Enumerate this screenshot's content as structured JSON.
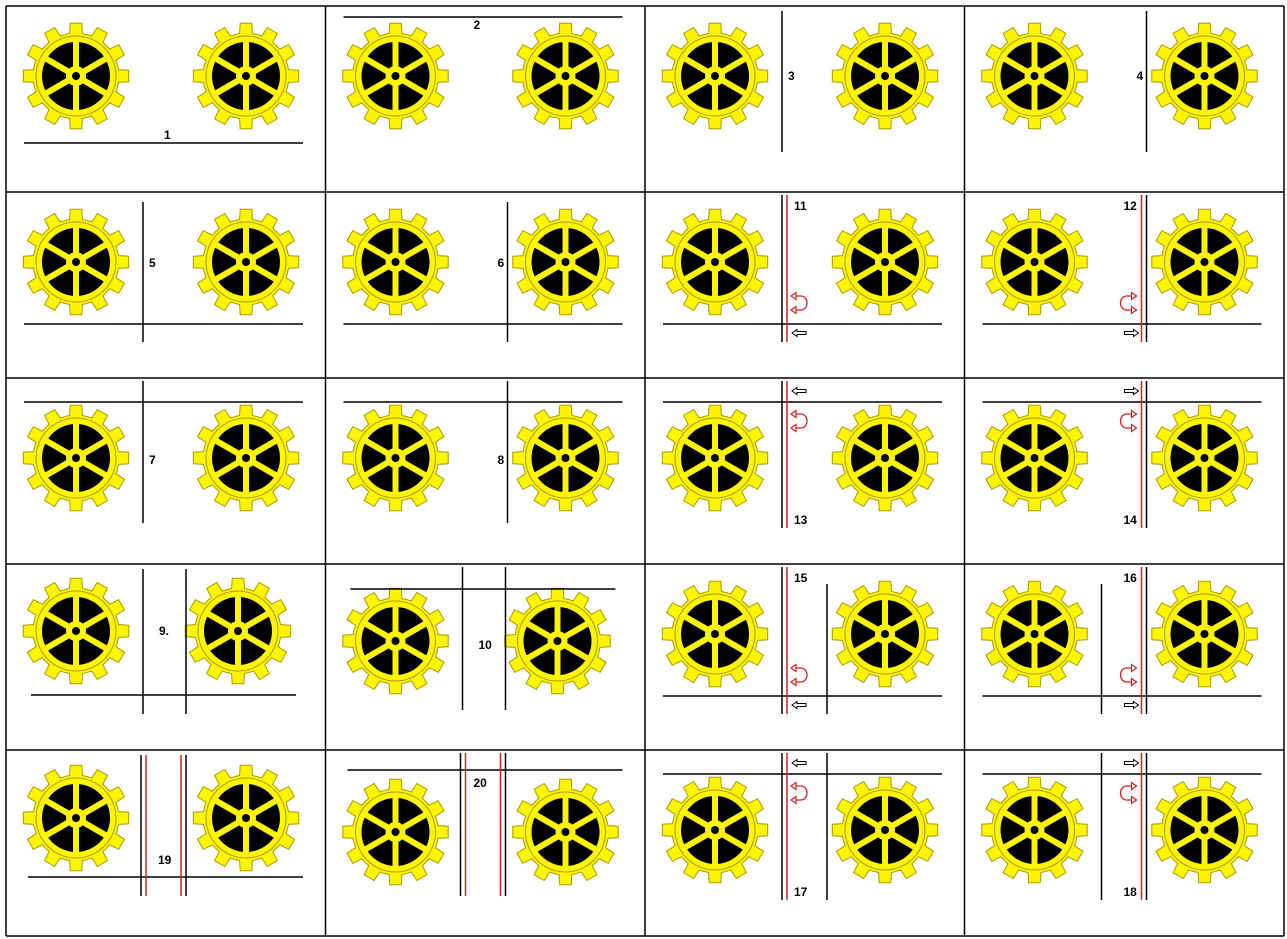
{
  "grid": {
    "columns": 4,
    "rows": 5
  },
  "colors": {
    "gear_fill": "#fdf400",
    "gear_stroke": "#a89a00",
    "hub": "#000000",
    "line": "#000000",
    "red_line": "#cc2222",
    "border": "#000000"
  },
  "cells": [
    {
      "label": "1"
    },
    {
      "label": "2"
    },
    {
      "label": "3"
    },
    {
      "label": "4"
    },
    {
      "label": "5"
    },
    {
      "label": "6"
    },
    {
      "label": "11"
    },
    {
      "label": "12"
    },
    {
      "label": "7"
    },
    {
      "label": "8"
    },
    {
      "label": "13"
    },
    {
      "label": "14"
    },
    {
      "label": "9."
    },
    {
      "label": "10"
    },
    {
      "label": "15"
    },
    {
      "label": "16"
    },
    {
      "label": "19"
    },
    {
      "label": "20"
    },
    {
      "label": "17"
    },
    {
      "label": "18"
    }
  ]
}
